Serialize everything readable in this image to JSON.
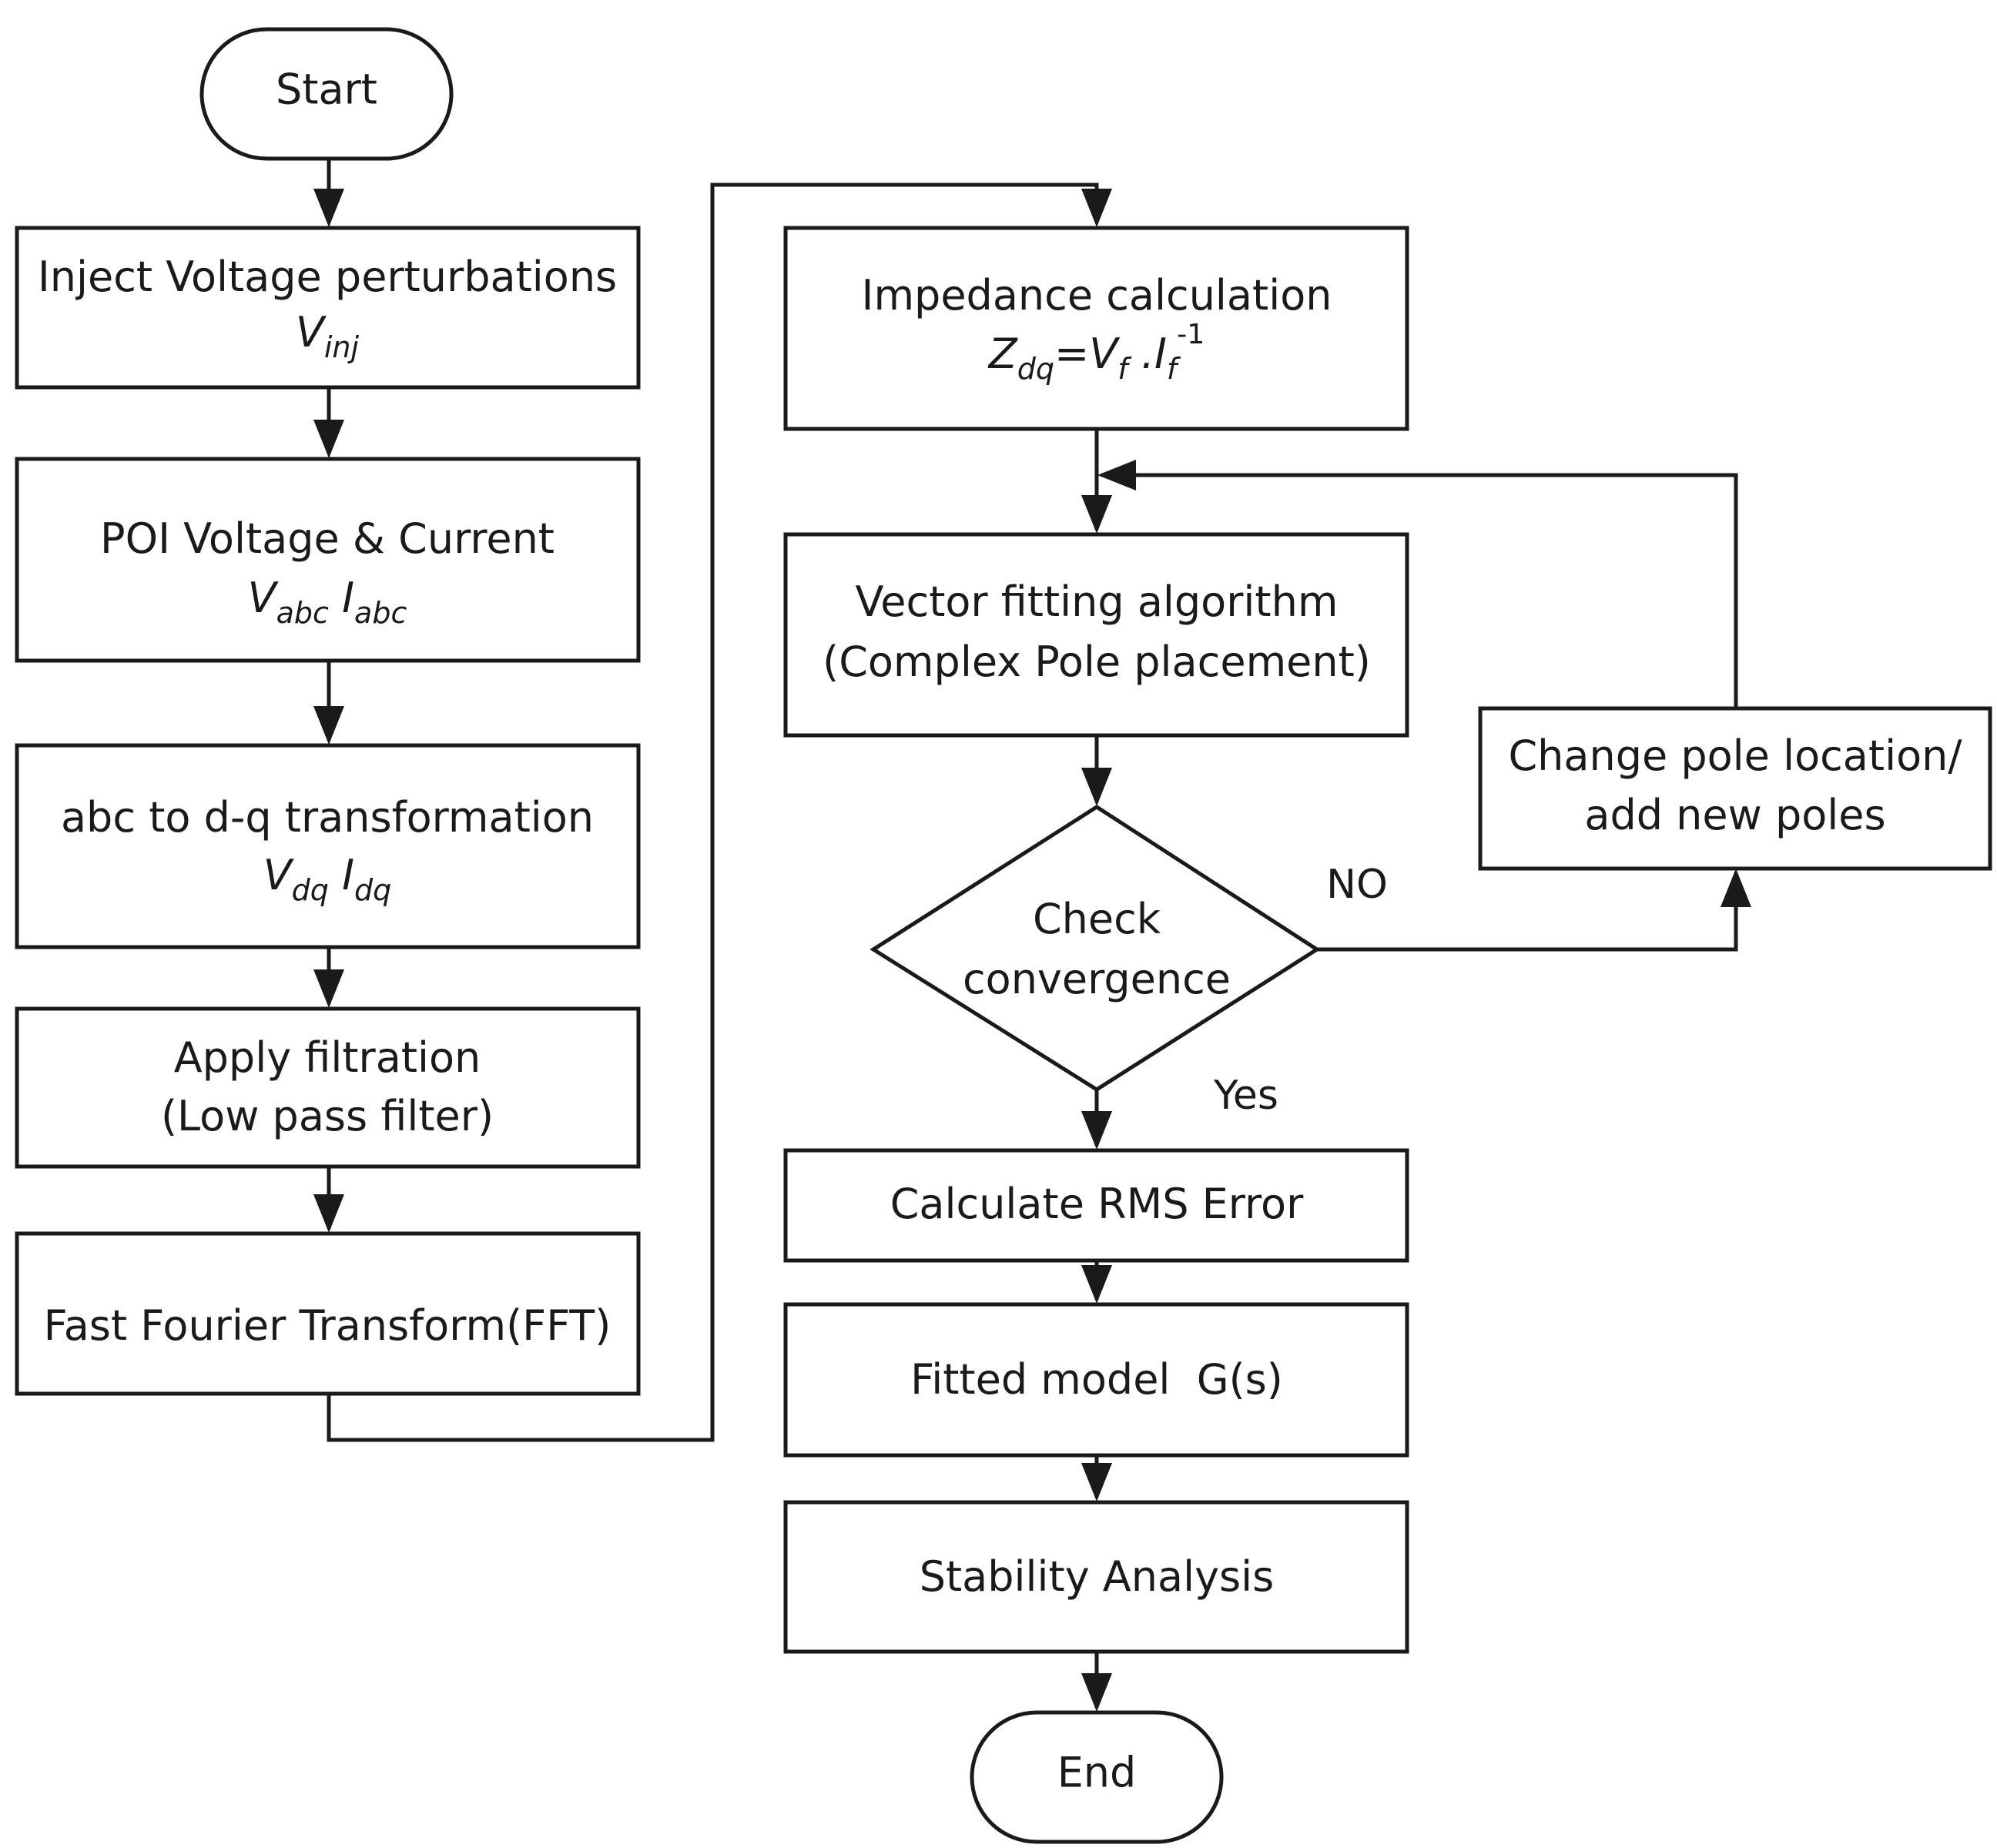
{
  "nodes": {
    "start": {
      "label": "Start"
    },
    "inject": {
      "line1": "Inject Voltage perturbations",
      "math_base": "V",
      "math_sub": "inj"
    },
    "poi": {
      "line1": "POI Voltage & Current",
      "v": "V",
      "v_sub": "abc",
      "i": "I",
      "i_sub": "abc"
    },
    "abc_dq": {
      "line1": "abc to d-q transformation",
      "v": "V",
      "v_sub": "dq",
      "i": "I",
      "i_sub": "dq"
    },
    "filter": {
      "line1": "Apply filtration",
      "line2": "(Low pass filter)"
    },
    "fft": {
      "line1": "Fast Fourier Transform(FFT)"
    },
    "impedance": {
      "line1": "Impedance calculation",
      "z": "Z",
      "z_sub": "dq",
      "eq": "=",
      "v": "V",
      "v_sub": "f",
      "dot": " .",
      "i": "I",
      "i_sub": "f",
      "i_sup": "-1"
    },
    "vector_fit": {
      "line1": "Vector fitting algorithm",
      "line2": "(Complex Pole placement)"
    },
    "check": {
      "line1": "Check",
      "line2": "convergence"
    },
    "change_pole": {
      "line1": "Change pole location/",
      "line2": "add new poles"
    },
    "rms": {
      "line1": "Calculate RMS Error"
    },
    "fitted": {
      "line1": "Fitted model  G(s)"
    },
    "stability": {
      "line1": "Stability Analysis"
    },
    "end": {
      "label": "End"
    }
  },
  "edges": {
    "no_label": "NO",
    "yes_label": "Yes"
  }
}
